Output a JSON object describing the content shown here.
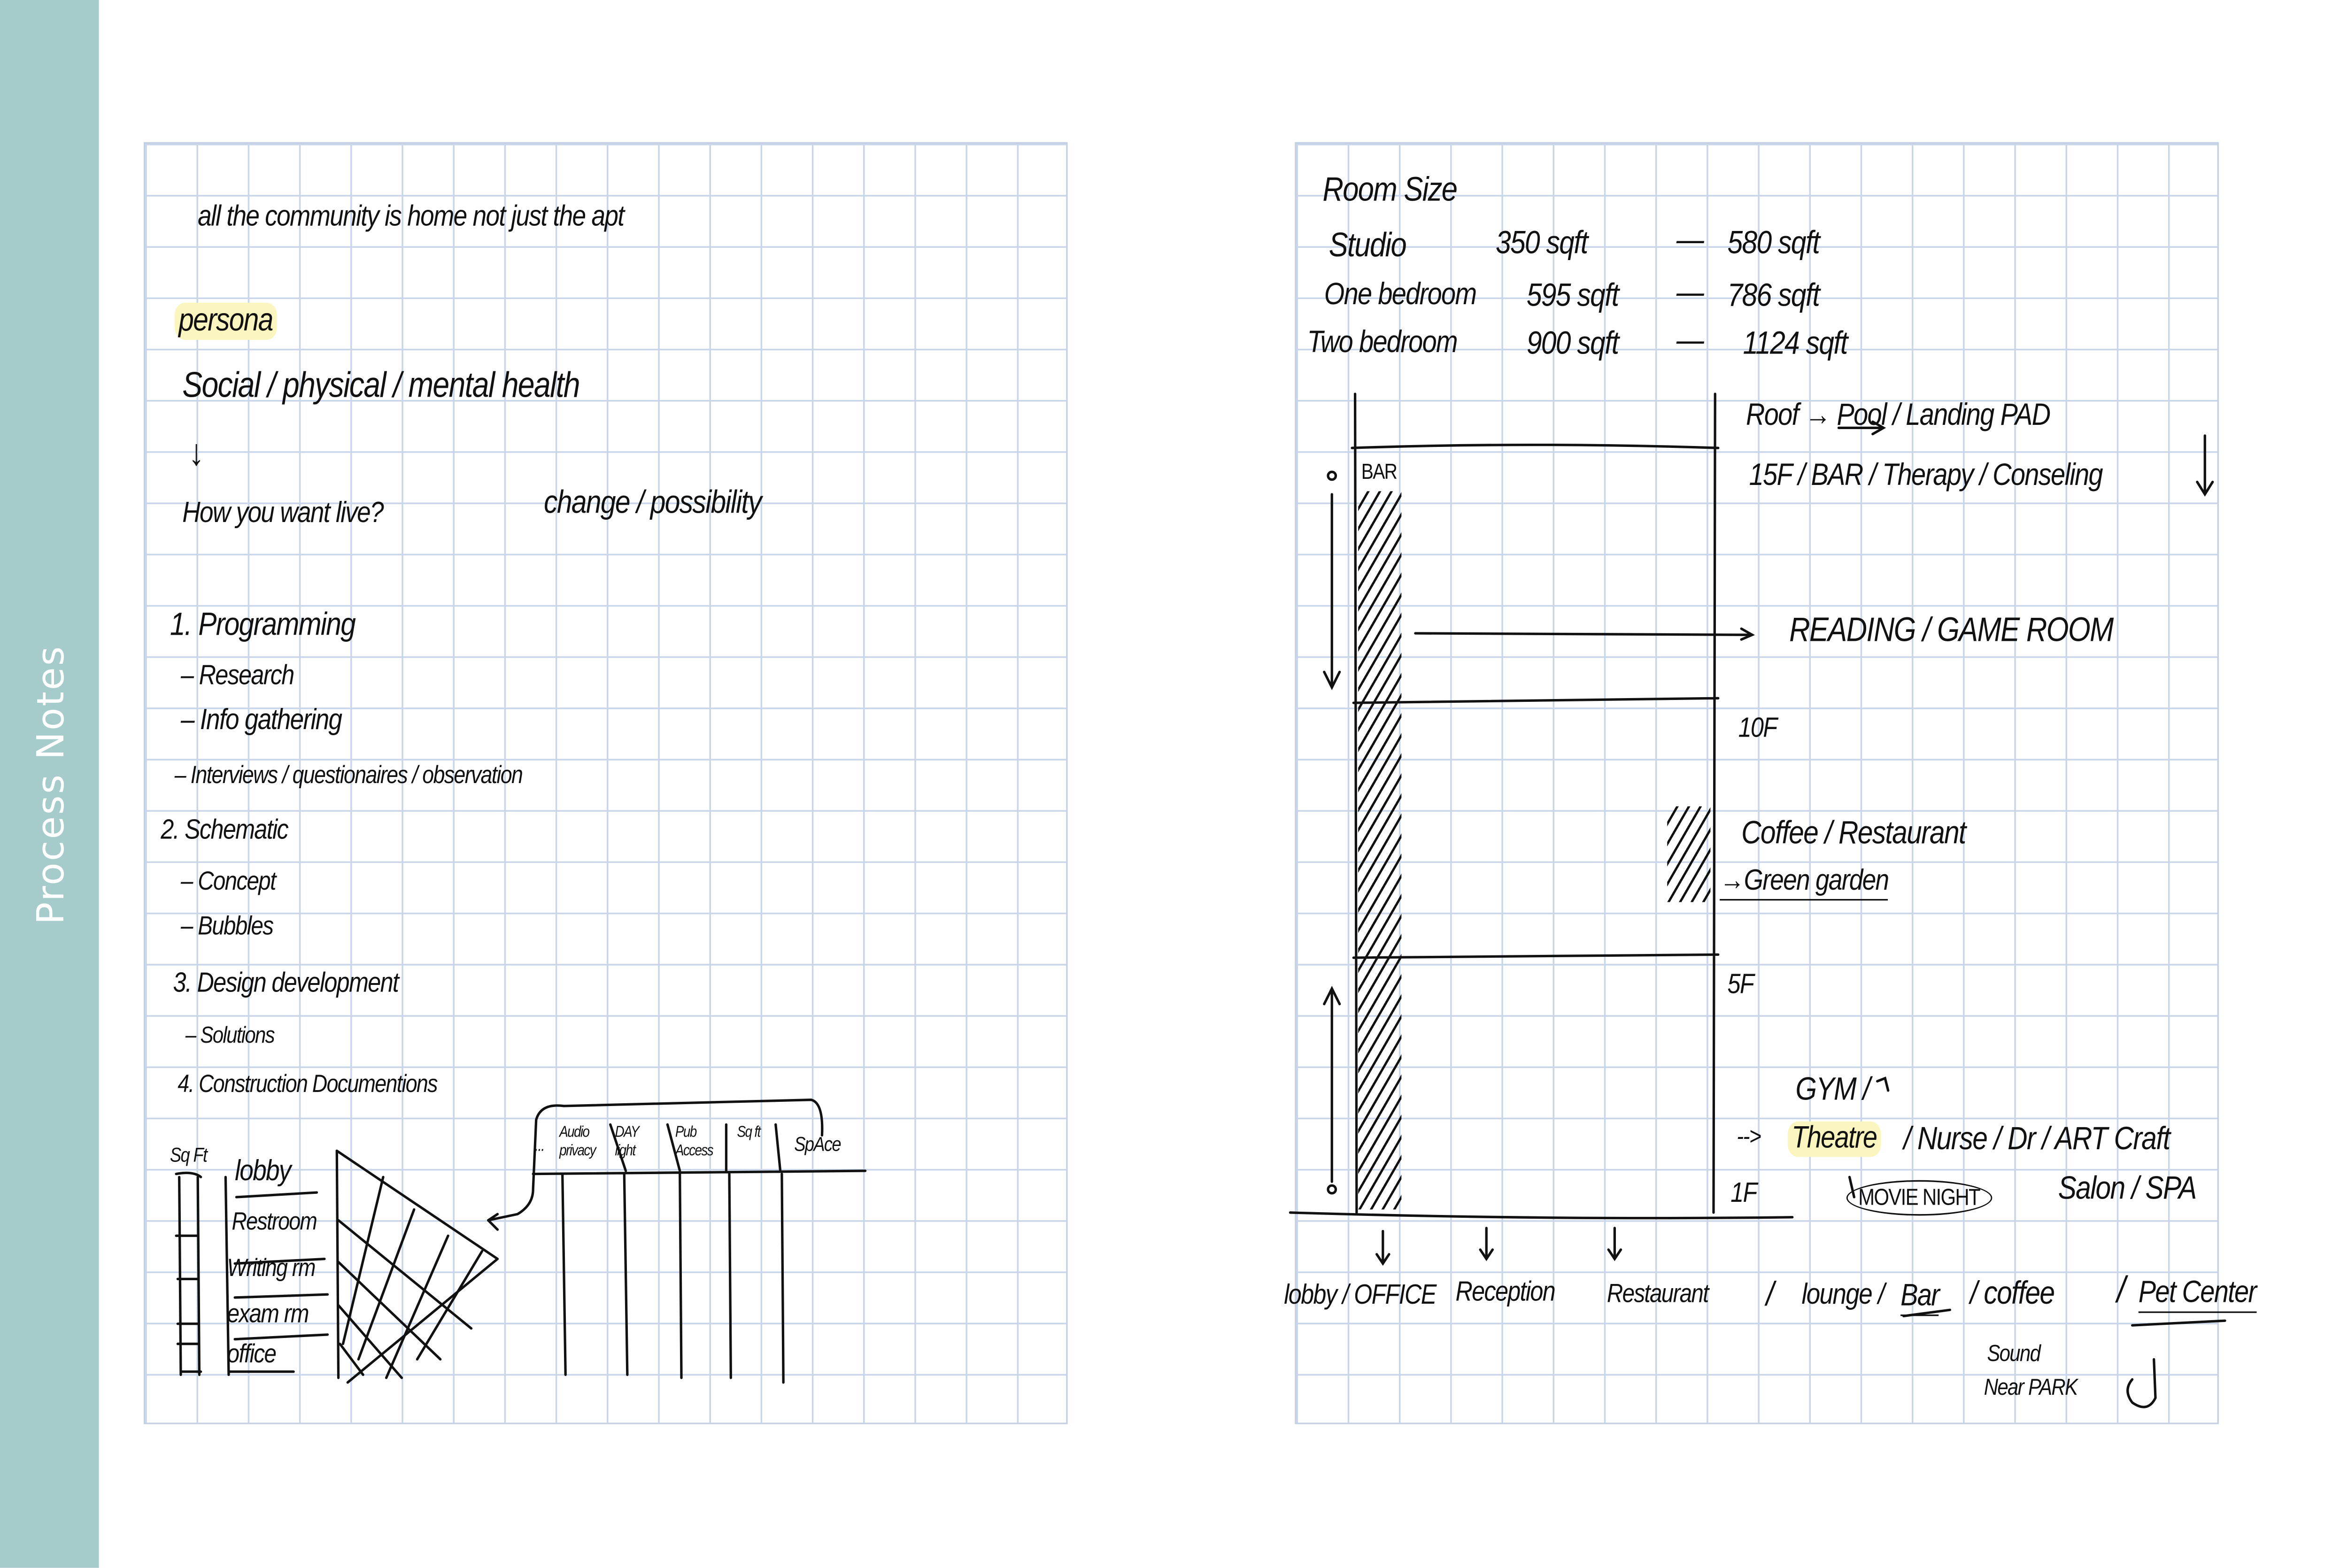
{
  "sidebar": {
    "title": "Process Notes",
    "color": "#a6cbcb"
  },
  "left_page": {
    "intro": "all the community is home not just the apt",
    "persona": "persona",
    "health": "Social / physical / mental health",
    "arrow": "↓",
    "question": "How you want live?",
    "change": "change / possibility",
    "steps": [
      "1. Programming",
      "– Research",
      "– Info gathering",
      "– Interviews / questionaires / observation",
      "2. Schematic",
      "– Concept",
      "– Bubbles",
      "3. Design development",
      "– Solutions",
      "4. Construction Documentions"
    ],
    "table": {
      "sqft_label": "Sq Ft",
      "rooms": [
        "lobby",
        "Restroom",
        "Writing rm",
        "exam rm",
        "office"
      ],
      "columns": [
        "...",
        "Audio privacy",
        "DAY light",
        "Pub Access",
        "Sq ft",
        "SpAce"
      ]
    }
  },
  "right_page": {
    "room_size_title": "Room Size",
    "room_sizes": [
      {
        "type": "Studio",
        "min": "350 sqft",
        "dash": "—",
        "max": "580 sqft"
      },
      {
        "type": "One bedroom",
        "min": "595 sqft",
        "dash": "—",
        "max": "786 sqft"
      },
      {
        "type": "Two bedroom",
        "min": "900 sqft",
        "dash": "—",
        "max": "1124 sqft"
      }
    ],
    "bar_label": "BAR",
    "roof": "Roof → Pool / Landing PAD",
    "f15": "15F / BAR / Therapy / Conseling",
    "reading": "READING / GAME ROOM",
    "f10": "10F",
    "coffee": "Coffee / Restaurant",
    "garden": "→Green garden",
    "f5": "5F",
    "gym": "GYM /",
    "theatre_arrow": "-->",
    "theatre": "Theatre",
    "theatre_rest": "/ Nurse / Dr / ART Craft",
    "f1": "1F",
    "movie": "MOVIE NIGHT",
    "salon": "Salon / SPA",
    "ground": [
      "lobby / OFFICE",
      "Reception",
      "Restaurant",
      "/",
      "lounge /",
      "Bar",
      "/ coffee",
      "/",
      "Pet Center"
    ],
    "sound": "Sound",
    "park": "Near PARK",
    "highlight_color": "#fbf5bf"
  }
}
